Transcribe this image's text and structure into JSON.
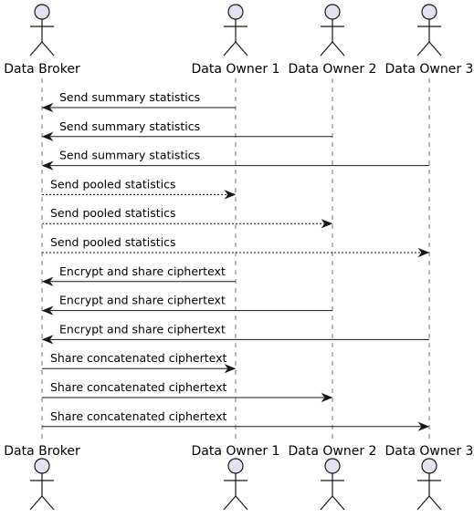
{
  "diagram": {
    "type": "sequence",
    "participants": [
      {
        "id": "broker",
        "label": "Data Broker"
      },
      {
        "id": "owner1",
        "label": "Data Owner 1"
      },
      {
        "id": "owner2",
        "label": "Data Owner 2"
      },
      {
        "id": "owner3",
        "label": "Data Owner 3"
      }
    ],
    "messages": [
      {
        "from": "owner1",
        "to": "broker",
        "label": "Send summary statistics",
        "style": "solid"
      },
      {
        "from": "owner2",
        "to": "broker",
        "label": "Send summary statistics",
        "style": "solid"
      },
      {
        "from": "owner3",
        "to": "broker",
        "label": "Send summary statistics",
        "style": "solid"
      },
      {
        "from": "broker",
        "to": "owner1",
        "label": "Send pooled statistics",
        "style": "dashed"
      },
      {
        "from": "broker",
        "to": "owner2",
        "label": "Send pooled statistics",
        "style": "dashed"
      },
      {
        "from": "broker",
        "to": "owner3",
        "label": "Send pooled statistics",
        "style": "dashed"
      },
      {
        "from": "owner1",
        "to": "broker",
        "label": "Encrypt and share ciphertext",
        "style": "solid"
      },
      {
        "from": "owner2",
        "to": "broker",
        "label": "Encrypt and share ciphertext",
        "style": "solid"
      },
      {
        "from": "owner3",
        "to": "broker",
        "label": "Encrypt and share ciphertext",
        "style": "solid"
      },
      {
        "from": "broker",
        "to": "owner1",
        "label": "Share concatenated ciphertext",
        "style": "solid"
      },
      {
        "from": "broker",
        "to": "owner2",
        "label": "Share concatenated ciphertext",
        "style": "solid"
      },
      {
        "from": "broker",
        "to": "owner3",
        "label": "Share concatenated ciphertext",
        "style": "solid"
      }
    ]
  }
}
